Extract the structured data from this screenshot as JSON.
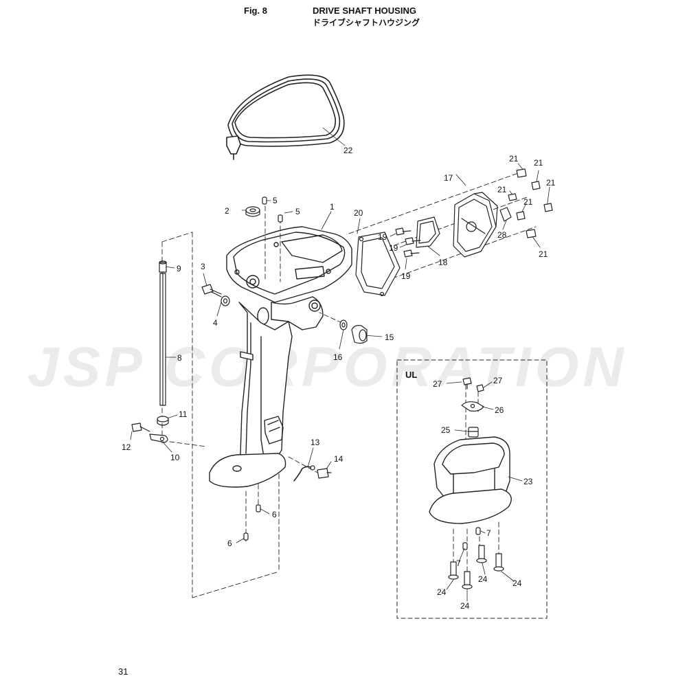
{
  "header": {
    "figure": "Fig. 8",
    "title": "DRIVE SHAFT HOUSING",
    "title_jp": "ドライブシャフトハウジング"
  },
  "page_number": "31",
  "watermark": "JSP CORPORATION",
  "inset_label": "UL",
  "callouts": {
    "c1": "1",
    "c2": "2",
    "c3": "3",
    "c4": "4",
    "c5a": "5",
    "c5b": "5",
    "c6a": "6",
    "c6b": "6",
    "c7a": "7",
    "c7b": "7",
    "c8": "8",
    "c9": "9",
    "c10": "10",
    "c11": "11",
    "c12": "12",
    "c13": "13",
    "c14": "14",
    "c15": "15",
    "c16": "16",
    "c17": "17",
    "c18": "18",
    "c19a": "19",
    "c19b": "19",
    "c19c": "19",
    "c20": "20",
    "c21a": "21",
    "c21b": "21",
    "c21c": "21",
    "c21d": "21",
    "c21e": "21",
    "c21f": "21",
    "c22": "22",
    "c23": "23",
    "c24a": "24",
    "c24b": "24",
    "c24c": "24",
    "c24d": "24",
    "c25": "25",
    "c26": "26",
    "c27a": "27",
    "c27b": "27",
    "c28": "28"
  }
}
